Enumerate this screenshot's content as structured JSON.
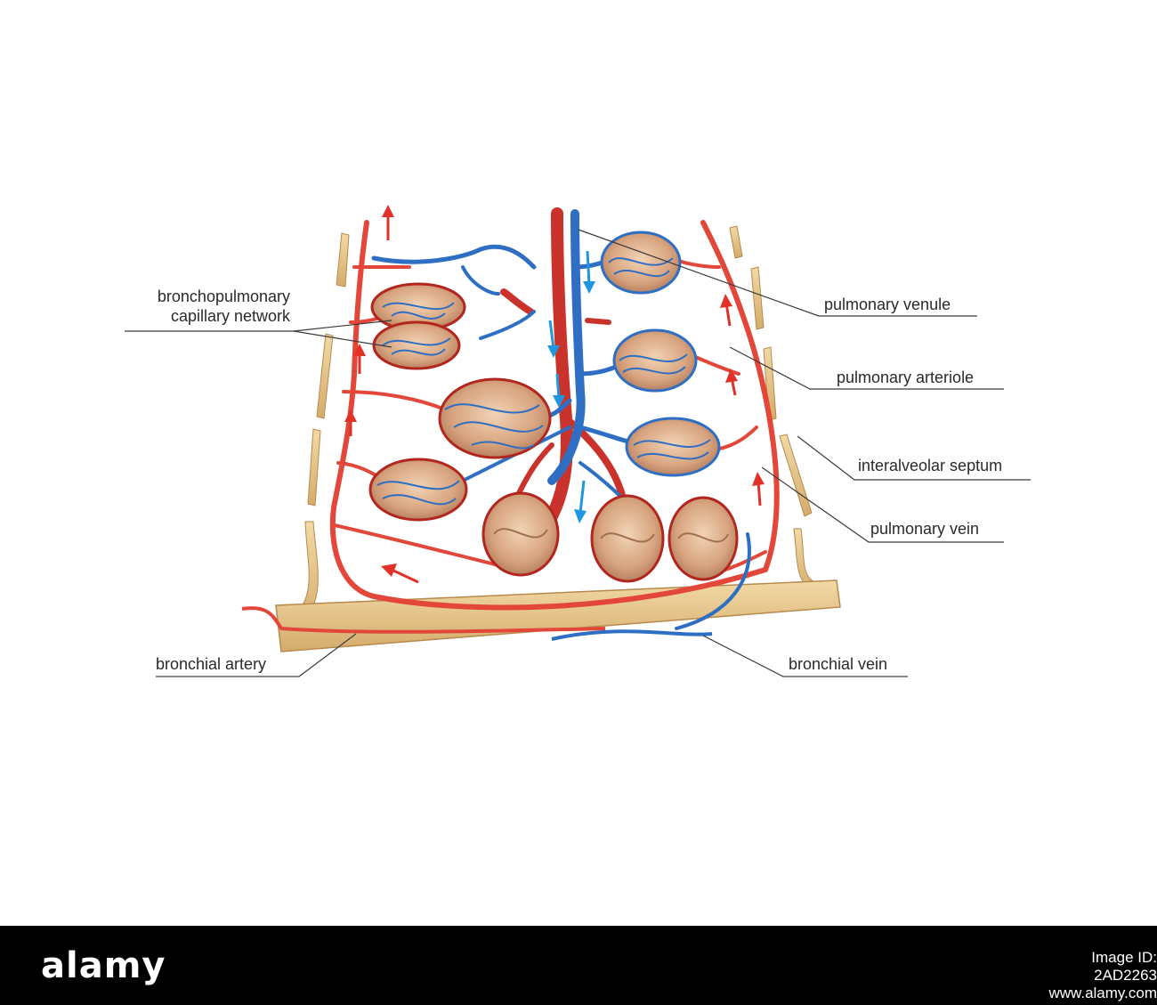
{
  "labels": {
    "bronchopulmonary_line1": "bronchopulmonary",
    "bronchopulmonary_line2": "capillary network",
    "pulmonary_venule": "pulmonary venule",
    "pulmonary_arteriole": "pulmonary arteriole",
    "interalveolar_septum": "interalveolar septum",
    "pulmonary_vein": "pulmonary vein",
    "bronchial_artery": "bronchial artery",
    "bronchial_vein": "bronchial vein"
  },
  "footer": {
    "logo": "alamy",
    "image_id_line1": "Image ID: 2AD2263",
    "image_id_line2": "www.alamy.com"
  },
  "colors": {
    "artery": "#e2473a",
    "artery_dark": "#b3261e",
    "vein": "#2e6fc4",
    "flow_arrow_blue": "#1e96e0",
    "flow_arrow_red": "#e1322a",
    "alveolus": "#dcae8c",
    "septum": "#e6c48a",
    "leader_line": "#3a3a3a"
  }
}
